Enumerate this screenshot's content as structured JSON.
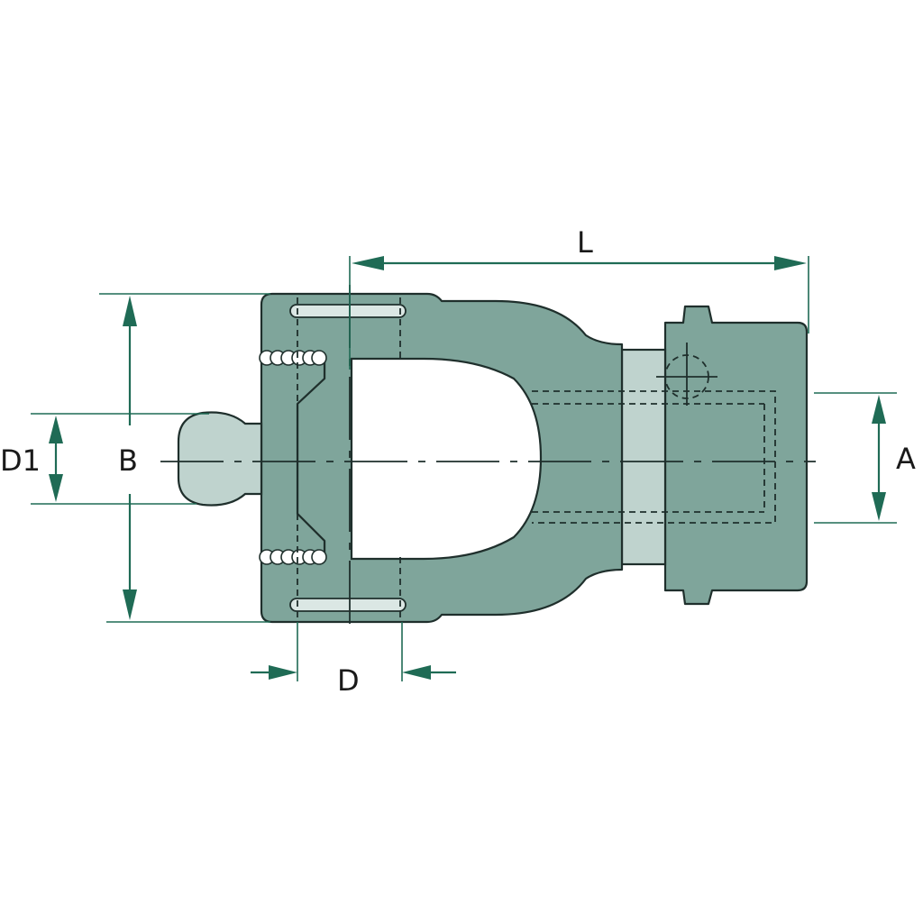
{
  "labels": {
    "L": "L",
    "A": "A",
    "B": "B",
    "D": "D",
    "D1": "D1"
  },
  "colors": {
    "body": "#7fa59b",
    "body_light": "#bfd3ce",
    "dimension": "#1f6b55",
    "outline": "#1f2f2c"
  }
}
